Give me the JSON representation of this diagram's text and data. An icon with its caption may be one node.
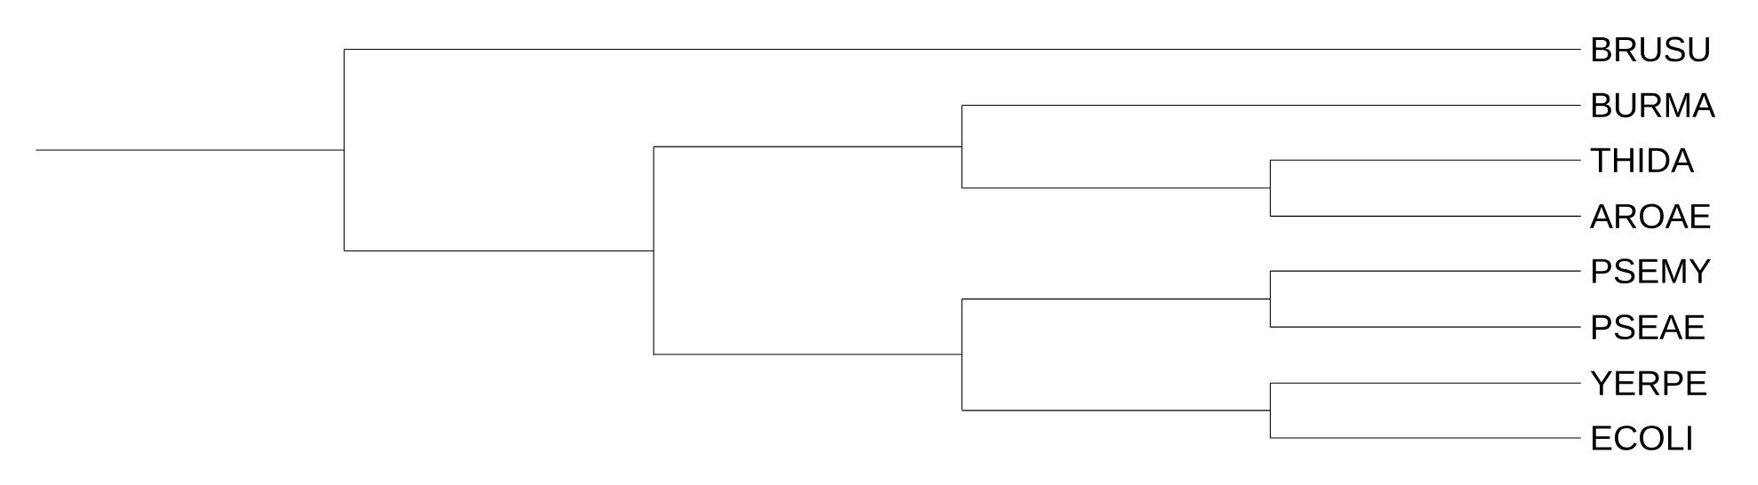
{
  "diagram": {
    "nodes": [
      {
        "text": [
          "BRUSU"
        ]
      },
      {
        "text": [
          "BURMA"
        ]
      },
      {
        "text": [
          "THIDA"
        ]
      },
      {
        "text": [
          "AROAE"
        ]
      },
      {
        "text": [
          "PSEMY"
        ]
      },
      {
        "text": [
          "PSEAE"
        ]
      },
      {
        "text": [
          "YERPE"
        ]
      },
      {
        "text": [
          "ECOLI"
        ]
      },
      {
        "text": [],
        "shape": "bar"
      },
      {
        "text": [],
        "shape": "bar"
      },
      {
        "text": [],
        "shape": "bar"
      },
      {
        "text": [],
        "shape": "bar"
      },
      {
        "text": [],
        "shape": "bar"
      },
      {
        "text": [],
        "shape": "bar"
      },
      {
        "text": [],
        "shape": "bar"
      }
    ],
    "edges": [
      {
        "from": null,
        "to": 8,
        "arrow": "none"
      },
      {
        "from": 8,
        "to": 0,
        "arrow": "none"
      },
      {
        "from": 8,
        "to": 9,
        "arrow": "none"
      },
      {
        "from": 9,
        "to": 10,
        "arrow": "none"
      },
      {
        "from": 9,
        "to": 11,
        "arrow": "none"
      },
      {
        "from": 10,
        "to": 1,
        "arrow": "none"
      },
      {
        "from": 10,
        "to": 12,
        "arrow": "none"
      },
      {
        "from": 12,
        "to": 2,
        "arrow": "none"
      },
      {
        "from": 12,
        "to": 3,
        "arrow": "none"
      },
      {
        "from": 11,
        "to": 13,
        "arrow": "none"
      },
      {
        "from": 11,
        "to": 14,
        "arrow": "none"
      },
      {
        "from": 13,
        "to": 4,
        "arrow": "none"
      },
      {
        "from": 13,
        "to": 5,
        "arrow": "none"
      },
      {
        "from": 14,
        "to": 6,
        "arrow": "none"
      },
      {
        "from": 14,
        "to": 7,
        "arrow": "none"
      }
    ]
  }
}
